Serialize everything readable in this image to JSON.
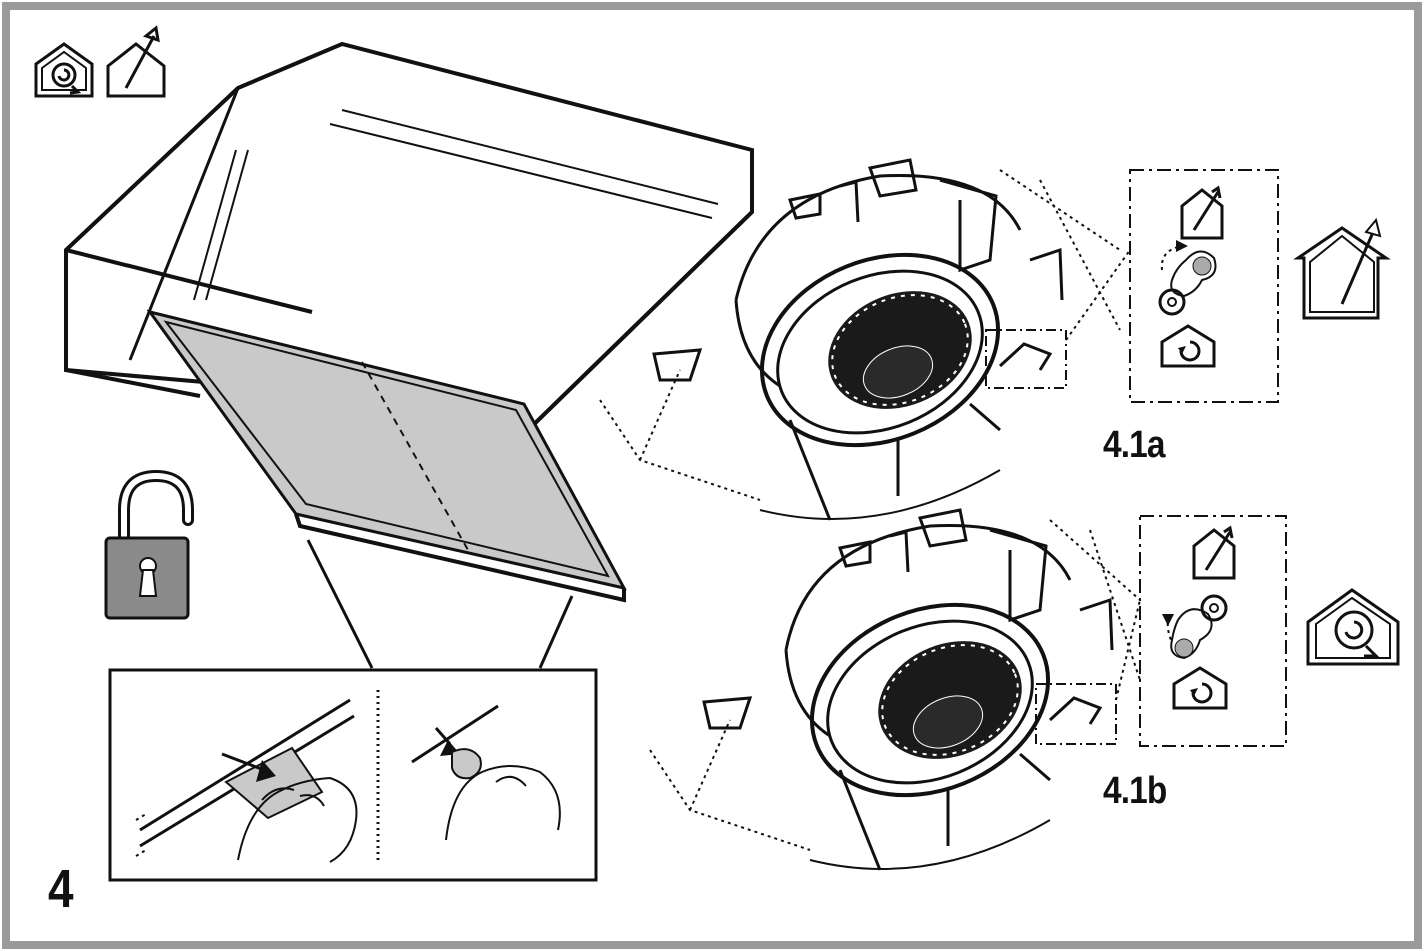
{
  "labels": {
    "step_number": "4",
    "fig_a": "4.1a",
    "fig_b": "4.1b"
  },
  "icons": {
    "top_left": [
      "recirculation-mode-icon",
      "extraction-mode-icon"
    ],
    "lock": "unlock-padlock-icon",
    "fig_a_side": "extraction-mode-icon",
    "fig_b_side": "recirculation-mode-icon"
  },
  "colors": {
    "frame": "#9a9a9a",
    "line": "#111111",
    "filter_panel": "#c9c9c9",
    "padlock_body": "#8a8a8a"
  }
}
